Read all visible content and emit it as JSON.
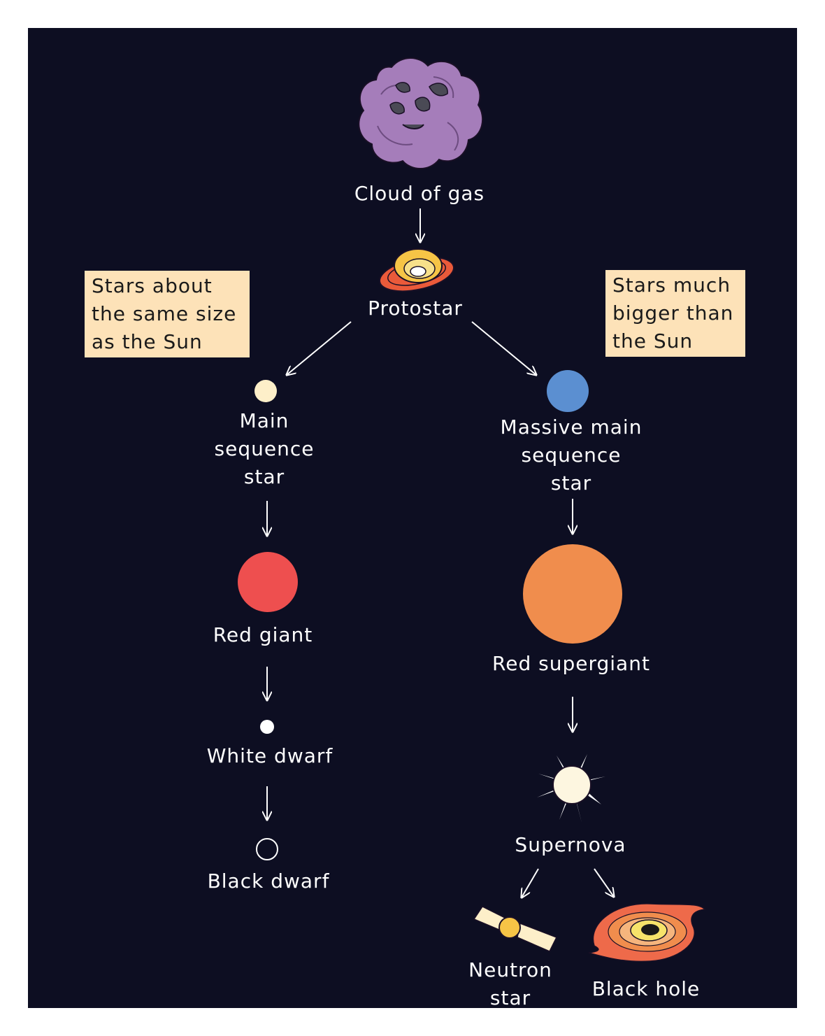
{
  "stages": {
    "cloud": "Cloud of gas",
    "protostar": "Protostar",
    "main_sequence": "Main\nsequence\nstar",
    "massive_main_sequence": "Massive main\nsequence\nstar",
    "red_giant": "Red giant",
    "red_supergiant": "Red supergiant",
    "white_dwarf": "White dwarf",
    "black_dwarf": "Black dwarf",
    "supernova": "Supernova",
    "neutron_star": "Neutron\nstar",
    "black_hole": "Black hole"
  },
  "notes": {
    "small_stars": "Stars about\nthe same size\nas the Sun",
    "big_stars": "Stars much\nbigger than\nthe Sun"
  },
  "colors": {
    "background": "#0d0e22",
    "note_fill": "#fde2b8",
    "cloud": "#a57dba",
    "main_sequence_star": "#fdefc9",
    "massive_main_sequence_star": "#5b8fd1",
    "red_giant": "#ee4f4f",
    "red_supergiant": "#f08d4d",
    "white_dwarf": "#ffffff",
    "neutron_star": "#f6c446"
  }
}
